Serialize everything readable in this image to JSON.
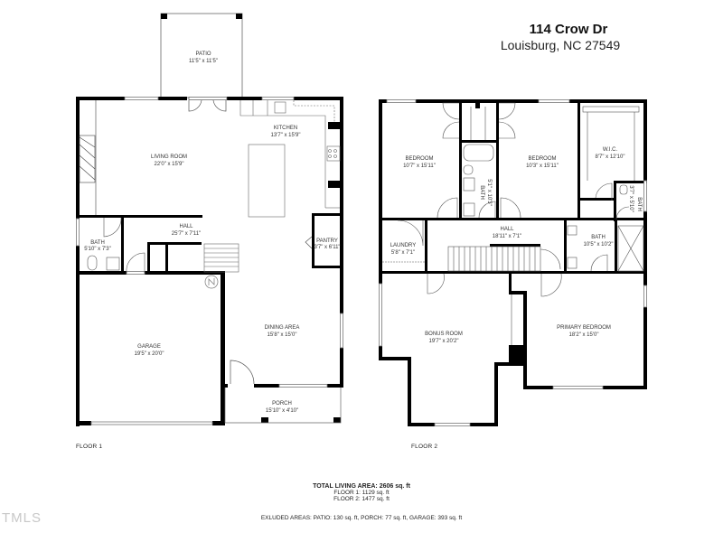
{
  "header": {
    "address_line1": "114 Crow Dr",
    "address_line2": "Louisburg, NC 27549"
  },
  "floor1": {
    "label": "FLOOR 1",
    "rooms": [
      {
        "name": "PATIO",
        "dims": "11'5\" x 11'5\""
      },
      {
        "name": "LIVING ROOM",
        "dims": "22'0\" x 15'9\""
      },
      {
        "name": "KITCHEN",
        "dims": "13'7\" x 15'9\""
      },
      {
        "name": "HALL",
        "dims": "25'7\" x 7'11\""
      },
      {
        "name": "BATH",
        "dims": "5'10\" x 7'3\""
      },
      {
        "name": "PANTRY",
        "dims": "3'7\" x 6'11\""
      },
      {
        "name": "GARAGE",
        "dims": "19'5\" x 20'0\""
      },
      {
        "name": "DINING AREA",
        "dims": "15'8\" x 15'0\""
      },
      {
        "name": "PORCH",
        "dims": "15'10\" x 4'10\""
      }
    ]
  },
  "floor2": {
    "label": "FLOOR 2",
    "rooms": [
      {
        "name": "BEDROOM",
        "dims": "10'7\" x 15'11\""
      },
      {
        "name": "BATH",
        "dims": "5'1\" x 10'3\""
      },
      {
        "name": "BEDROOM",
        "dims": "10'3\" x 15'11\""
      },
      {
        "name": "W.I.C.",
        "dims": "8'7\" x 12'10\""
      },
      {
        "name": "BATH",
        "dims": "3'7\" x 5'10\""
      },
      {
        "name": "LAUNDRY",
        "dims": "5'8\" x 7'1\""
      },
      {
        "name": "HALL",
        "dims": "18'11\" x 7'1\""
      },
      {
        "name": "BATH",
        "dims": "10'5\" x 10'2\""
      },
      {
        "name": "BONUS ROOM",
        "dims": "19'7\" x 20'2\""
      },
      {
        "name": "PRIMARY BEDROOM",
        "dims": "18'2\" x 15'0\""
      }
    ]
  },
  "summary": {
    "total": "TOTAL LIVING AREA: 2606 sq. ft",
    "floor1": "FLOOR 1: 1129 sq. ft",
    "floor2": "FLOOR 2: 1477 sq. ft",
    "excluded": "EXLUDED AREAS: PATIO: 130 sq. ft, PORCH: 77 sq. ft, GARAGE: 393 sq. ft"
  },
  "watermark": "TMLS",
  "colors": {
    "wall": "#000000",
    "thin": "#555555",
    "background": "#ffffff"
  }
}
